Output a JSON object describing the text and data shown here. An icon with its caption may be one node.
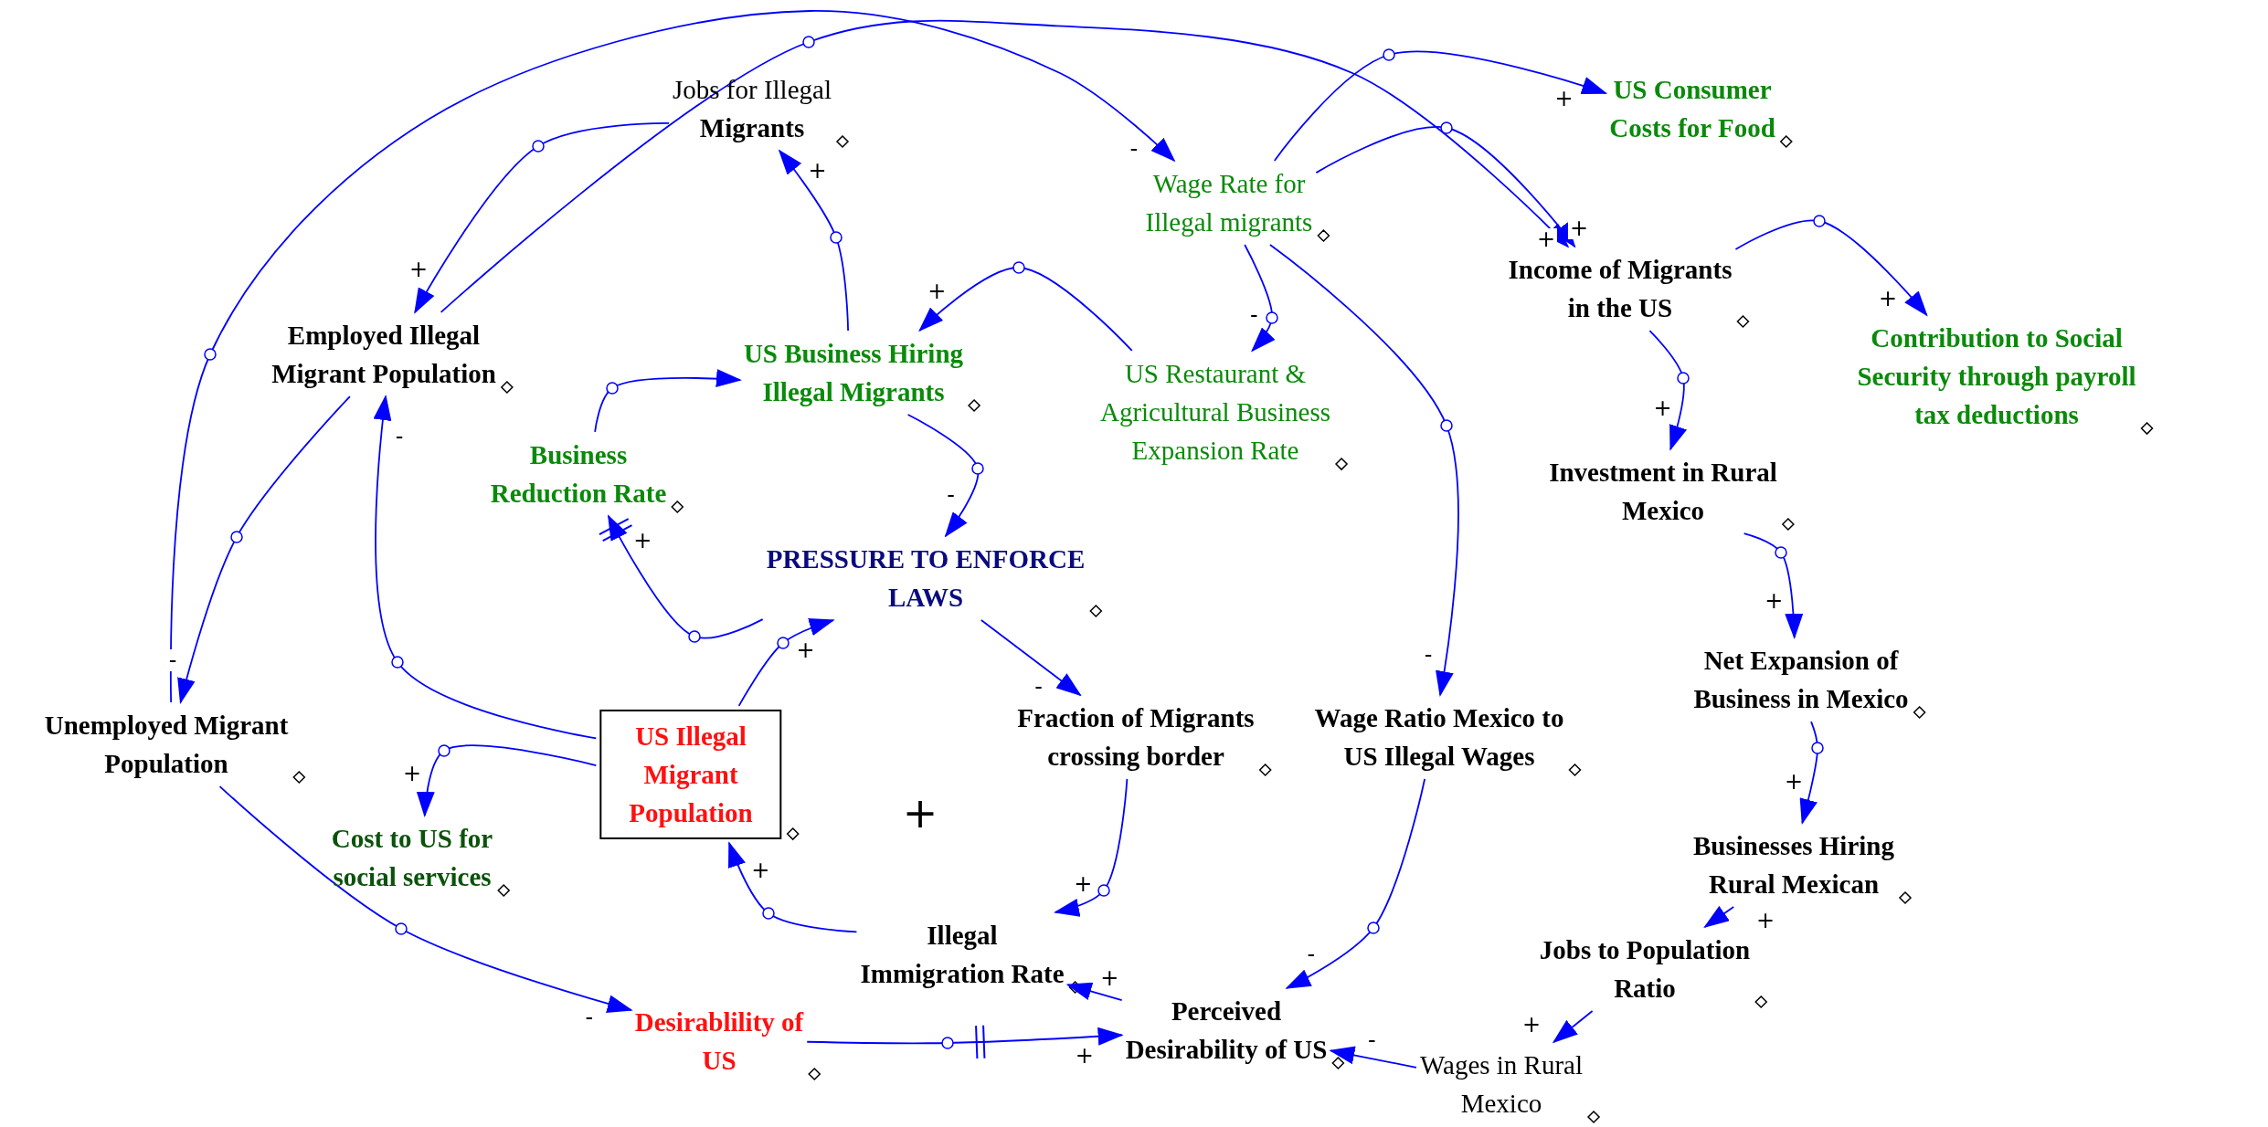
{
  "diagram": {
    "nodes": [
      {
        "text": [
          "Jobs for Illegal **Migrants**"
        ]
      },
      {
        "text": [
          "Wage Rate for Illegal migrants"
        ]
      },
      {
        "text": [
          "US Consumer Costs for Food"
        ]
      },
      {
        "text": [
          "Income of Migrants in the US"
        ]
      },
      {
        "text": [
          "Employed Illegal Migrant Population"
        ]
      },
      {
        "text": [
          "US Business Hiring Illegal Migrants"
        ]
      },
      {
        "text": [
          "US Restaurant & Agricultural Business Expansion Rate"
        ]
      },
      {
        "text": [
          "Contribution to Social Security through payroll tax deductions"
        ]
      },
      {
        "text": [
          "Business Reduction Rate"
        ]
      },
      {
        "text": [
          "Investment in Rural Mexico"
        ]
      },
      {
        "text": [
          "PRESSURE TO ENFORCE LAWS"
        ]
      },
      {
        "text": [
          "Net Expansion of Business in Mexico"
        ]
      },
      {
        "text": [
          "Unemployed Migrant Population"
        ]
      },
      {
        "text": [
          "US Illegal Migrant Population"
        ]
      },
      {
        "text": [
          "Fraction of Migrants crossing border"
        ]
      },
      {
        "text": [
          "Wage Ratio Mexico to US Illegal Wages"
        ]
      },
      {
        "text": [
          "Cost to US for social services"
        ]
      },
      {
        "text": [
          "Businesses Hiring Rural Mexican"
        ]
      },
      {
        "text": [
          "Illegal Immigration Rate"
        ]
      },
      {
        "text": [
          "Jobs to Population Ratio"
        ]
      },
      {
        "text": [
          "Desirablility of US"
        ]
      },
      {
        "text": [
          "Perceived Desirability of US"
        ]
      },
      {
        "text": [
          "Wages in Rural Mexico"
        ]
      }
    ],
    "edges": [
      {
        "from": 0,
        "to": 4,
        "arrow": "to",
        "label": "+"
      },
      {
        "from": 4,
        "to": 3,
        "arrow": "to",
        "label": "+"
      },
      {
        "from": 5,
        "to": 0,
        "arrow": "to",
        "label": "+"
      },
      {
        "from": 8,
        "to": 5,
        "arrow": "to"
      },
      {
        "from": 6,
        "to": 5,
        "arrow": "to",
        "label": "+"
      },
      {
        "from": 5,
        "to": 10,
        "arrow": "to",
        "label": "-"
      },
      {
        "from": 13,
        "to": 10,
        "arrow": "to",
        "label": "+"
      },
      {
        "from": 10,
        "to": 8,
        "arrow": "to",
        "label": "+"
      },
      {
        "from": 4,
        "to": 12,
        "arrow": "to",
        "label": "-"
      },
      {
        "from": 13,
        "to": 4,
        "arrow": "to",
        "label": "-"
      },
      {
        "from": 13,
        "to": 16,
        "arrow": "to",
        "label": "+"
      },
      {
        "from": 12,
        "to": 20,
        "arrow": "to",
        "label": "-"
      },
      {
        "from": 20,
        "to": 21,
        "arrow": "to",
        "label": "+"
      },
      {
        "from": 18,
        "to": 13,
        "arrow": "to",
        "label": "+"
      },
      {
        "from": 14,
        "to": 18,
        "arrow": "to",
        "label": "+"
      },
      {
        "from": 21,
        "to": 18,
        "arrow": "to",
        "label": "+"
      },
      {
        "from": 10,
        "to": 14,
        "arrow": "to",
        "label": "-"
      },
      {
        "from": 12,
        "to": 1,
        "arrow": "to",
        "label": "-"
      },
      {
        "from": 1,
        "to": 3,
        "arrow": "to",
        "label": "+"
      },
      {
        "from": 1,
        "to": 2,
        "arrow": "to",
        "label": "+"
      },
      {
        "from": 1,
        "to": 6,
        "arrow": "to",
        "label": "-"
      },
      {
        "from": 1,
        "to": 15,
        "arrow": "to",
        "label": "-"
      },
      {
        "from": 15,
        "to": 21,
        "arrow": "to",
        "label": "-"
      },
      {
        "from": 3,
        "to": 7,
        "arrow": "to",
        "label": "+"
      },
      {
        "from": 3,
        "to": 9,
        "arrow": "to",
        "label": "+"
      },
      {
        "from": 9,
        "to": 11,
        "arrow": "to",
        "label": "+"
      },
      {
        "from": 11,
        "to": 17,
        "arrow": "to",
        "label": "+"
      },
      {
        "from": 17,
        "to": 19,
        "arrow": "to",
        "label": "+"
      },
      {
        "from": 19,
        "to": 22,
        "arrow": "to",
        "label": "+"
      },
      {
        "from": 22,
        "to": 21,
        "arrow": "to",
        "label": "-"
      }
    ],
    "labels": [
      "+"
    ]
  }
}
